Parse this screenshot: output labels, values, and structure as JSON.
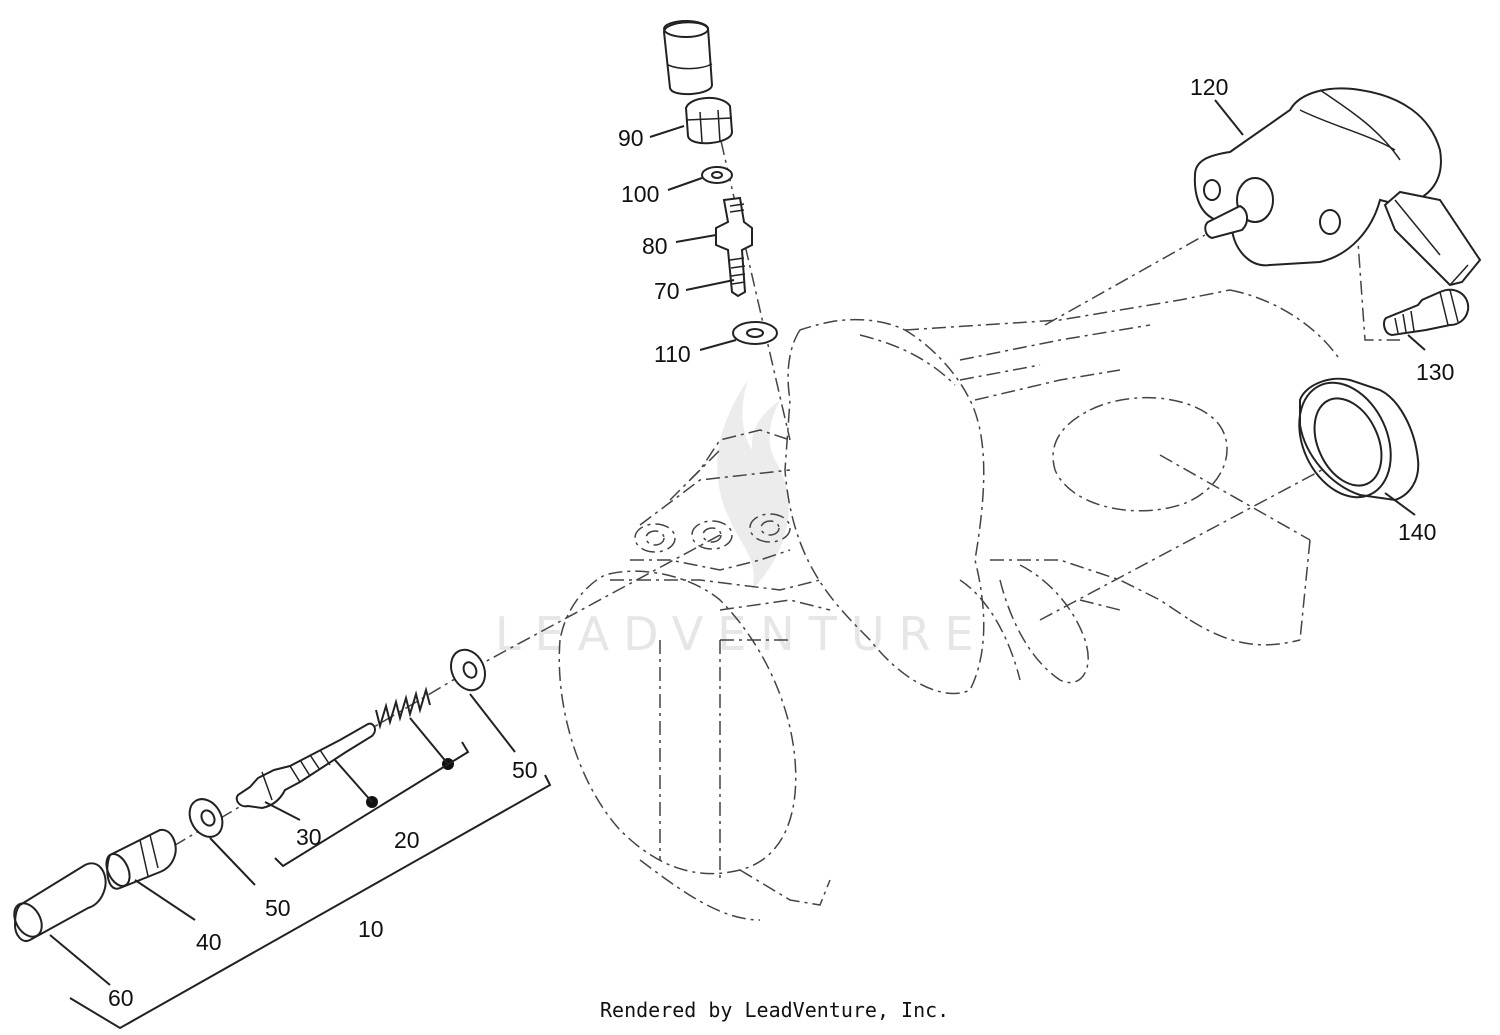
{
  "watermark": "LEADVENTURE",
  "footer": "Rendered by LeadVenture, Inc.",
  "callouts": [
    {
      "id": "10",
      "label": "10"
    },
    {
      "id": "20",
      "label": "20"
    },
    {
      "id": "30",
      "label": "30"
    },
    {
      "id": "40",
      "label": "40"
    },
    {
      "id": "50a",
      "label": "50"
    },
    {
      "id": "50b",
      "label": "50"
    },
    {
      "id": "60",
      "label": "60"
    },
    {
      "id": "70",
      "label": "70"
    },
    {
      "id": "80",
      "label": "80"
    },
    {
      "id": "90",
      "label": "90"
    },
    {
      "id": "100",
      "label": "100"
    },
    {
      "id": "110",
      "label": "110"
    },
    {
      "id": "120",
      "label": "120"
    },
    {
      "id": "130",
      "label": "130"
    },
    {
      "id": "140",
      "label": "140"
    }
  ]
}
